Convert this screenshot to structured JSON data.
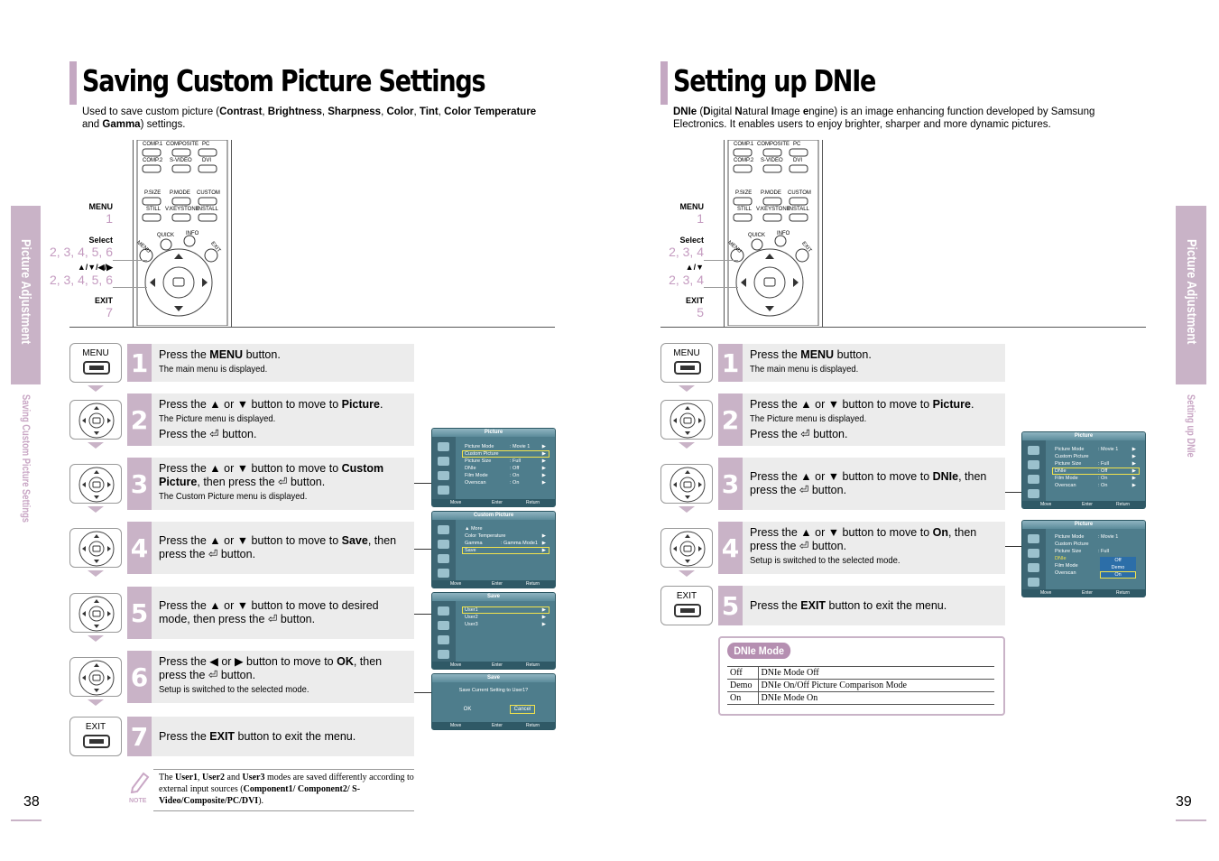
{
  "left": {
    "title": "Saving Custom Picture Settings",
    "intro_pre": "Used to save custom picture (",
    "intro_terms": [
      "Contrast",
      "Brightness",
      "Sharpness",
      "Color",
      "Tint",
      "Color Temperature",
      "Gamma"
    ],
    "intro_and": "and",
    "intro_post": ") settings.",
    "side_tab": "Picture Adjustment",
    "side_sub": "Saving Custom Picture Settings",
    "page_number": "38",
    "remote_labels": [
      {
        "label": "MENU",
        "num": "1"
      },
      {
        "label": "Select",
        "num": "2, 3, 4, 5, 6"
      },
      {
        "label": "▲/▼/◀/▶",
        "num": "2, 3, 4, 5, 6"
      },
      {
        "label": "EXIT",
        "num": "7"
      }
    ],
    "steps": [
      {
        "num": "1",
        "main": [
          "Press the ",
          "MENU",
          " button."
        ],
        "sub": "The main menu is displayed."
      },
      {
        "num": "2",
        "main": [
          "Press the ▲ or ▼ button to move to ",
          "Picture",
          "."
        ],
        "sub": "The Picture menu is displayed.",
        "main2": "Press the ⏎ button."
      },
      {
        "num": "3",
        "main": [
          "Press the ▲ or ▼ button to move to ",
          "Custom Picture",
          ", then press the ⏎ button."
        ],
        "sub": "The Custom Picture menu is displayed."
      },
      {
        "num": "4",
        "main": [
          "Press the ▲ or ▼ button to move to ",
          "Save",
          ", then press the ⏎ button."
        ]
      },
      {
        "num": "5",
        "main": [
          "Press the ▲ or ▼ button to move to desired mode, then press the ⏎ button."
        ]
      },
      {
        "num": "6",
        "main": [
          "Press the ◀ or ▶ button to move to ",
          "OK",
          ", then press the ⏎ button."
        ],
        "sub": "Setup is switched to the selected mode."
      },
      {
        "num": "7",
        "main": [
          "Press the ",
          "EXIT",
          " button to exit the menu."
        ]
      }
    ],
    "note_label": "NOTE",
    "note_parts": [
      "The ",
      "User1",
      ", ",
      "User2",
      " and ",
      "User3",
      " modes are saved differently according to external input sources (",
      "Component1/ Component2/ S-Video/Composite/PC/DVI",
      ")."
    ]
  },
  "right": {
    "title": "Setting up DNIe",
    "intro": [
      "DNIe",
      " (",
      "D",
      "igital ",
      "N",
      "atural ",
      "I",
      "mage ",
      "e",
      "ngine) is an image enhancing function developed by Samsung Electronics. It enables users to enjoy brighter, sharper and more dynamic pictures."
    ],
    "side_tab": "Picture Adjustment",
    "side_sub": "Setting up DNIe",
    "page_number": "39",
    "remote_labels": [
      {
        "label": "MENU",
        "num": "1"
      },
      {
        "label": "Select",
        "num": "2, 3, 4"
      },
      {
        "label": "▲/▼",
        "num": "2, 3, 4"
      },
      {
        "label": "EXIT",
        "num": "5"
      }
    ],
    "steps": [
      {
        "num": "1",
        "main": [
          "Press the ",
          "MENU",
          " button."
        ],
        "sub": "The main menu is displayed."
      },
      {
        "num": "2",
        "main": [
          "Press the ▲ or ▼ button to move to ",
          "Picture",
          "."
        ],
        "sub": "The Picture menu is displayed.",
        "main2": "Press the ⏎ button."
      },
      {
        "num": "3",
        "main": [
          "Press the ▲ or ▼ button to move to ",
          "DNIe",
          ", then press the ⏎ button."
        ]
      },
      {
        "num": "4",
        "main": [
          "Press the ▲ or ▼ button to move to ",
          "On",
          ", then press the ⏎ button."
        ],
        "sub": "Setup is switched to the selected mode."
      },
      {
        "num": "5",
        "main": [
          "Press the ",
          "EXIT",
          " button to exit the menu."
        ]
      }
    ],
    "dnie_mode_label": "DNIe Mode",
    "dnie_table": [
      {
        "key": "Off",
        "value": "DNIe Mode Off"
      },
      {
        "key": "Demo",
        "value": "DNIe On/Off Picture Comparison Mode"
      },
      {
        "key": "On",
        "value": "DNIe Mode On"
      }
    ]
  },
  "remote": {
    "sources": [
      "COMP.1",
      "COMPOSITE",
      "PC",
      "COMP.2",
      "S-VIDEO",
      "DVI"
    ],
    "functions": [
      "P.SIZE",
      "P.MODE",
      "CUSTOM",
      "STILL",
      "V.KEYSTONE",
      "INSTALL"
    ],
    "dpad": [
      "MENU",
      "QUICK",
      "INFO",
      "EXIT"
    ]
  },
  "icons": {
    "menu": "MENU",
    "exit": "EXIT"
  },
  "osd": {
    "picture": {
      "title": "Picture",
      "rows": [
        [
          "Picture Mode",
          ": Movie 1"
        ],
        [
          "Custom Picture",
          ""
        ],
        [
          "Picture Size",
          ": Full"
        ],
        [
          "DNIe",
          ": Off"
        ],
        [
          "Film Mode",
          ": On"
        ],
        [
          "Overscan",
          ": On"
        ]
      ]
    },
    "custom": {
      "title": "Custom Picture",
      "rows": [
        [
          "▲ More",
          ""
        ],
        [
          "Color Temperature",
          ""
        ],
        [
          "Gamma",
          ": Gamma Mode1"
        ],
        [
          "Save",
          ""
        ]
      ]
    },
    "save": {
      "title": "Save",
      "rows": [
        [
          "User1",
          ""
        ],
        [
          "User2",
          ""
        ],
        [
          "User3",
          ""
        ]
      ]
    },
    "confirm": {
      "title": "Save",
      "text": "Save Current Setting to User1?",
      "ok": "OK",
      "cancel": "Cancel"
    },
    "dnie_options": [
      "Off",
      "Demo",
      "On"
    ],
    "footer": [
      "Move",
      "Enter",
      "Return"
    ]
  }
}
